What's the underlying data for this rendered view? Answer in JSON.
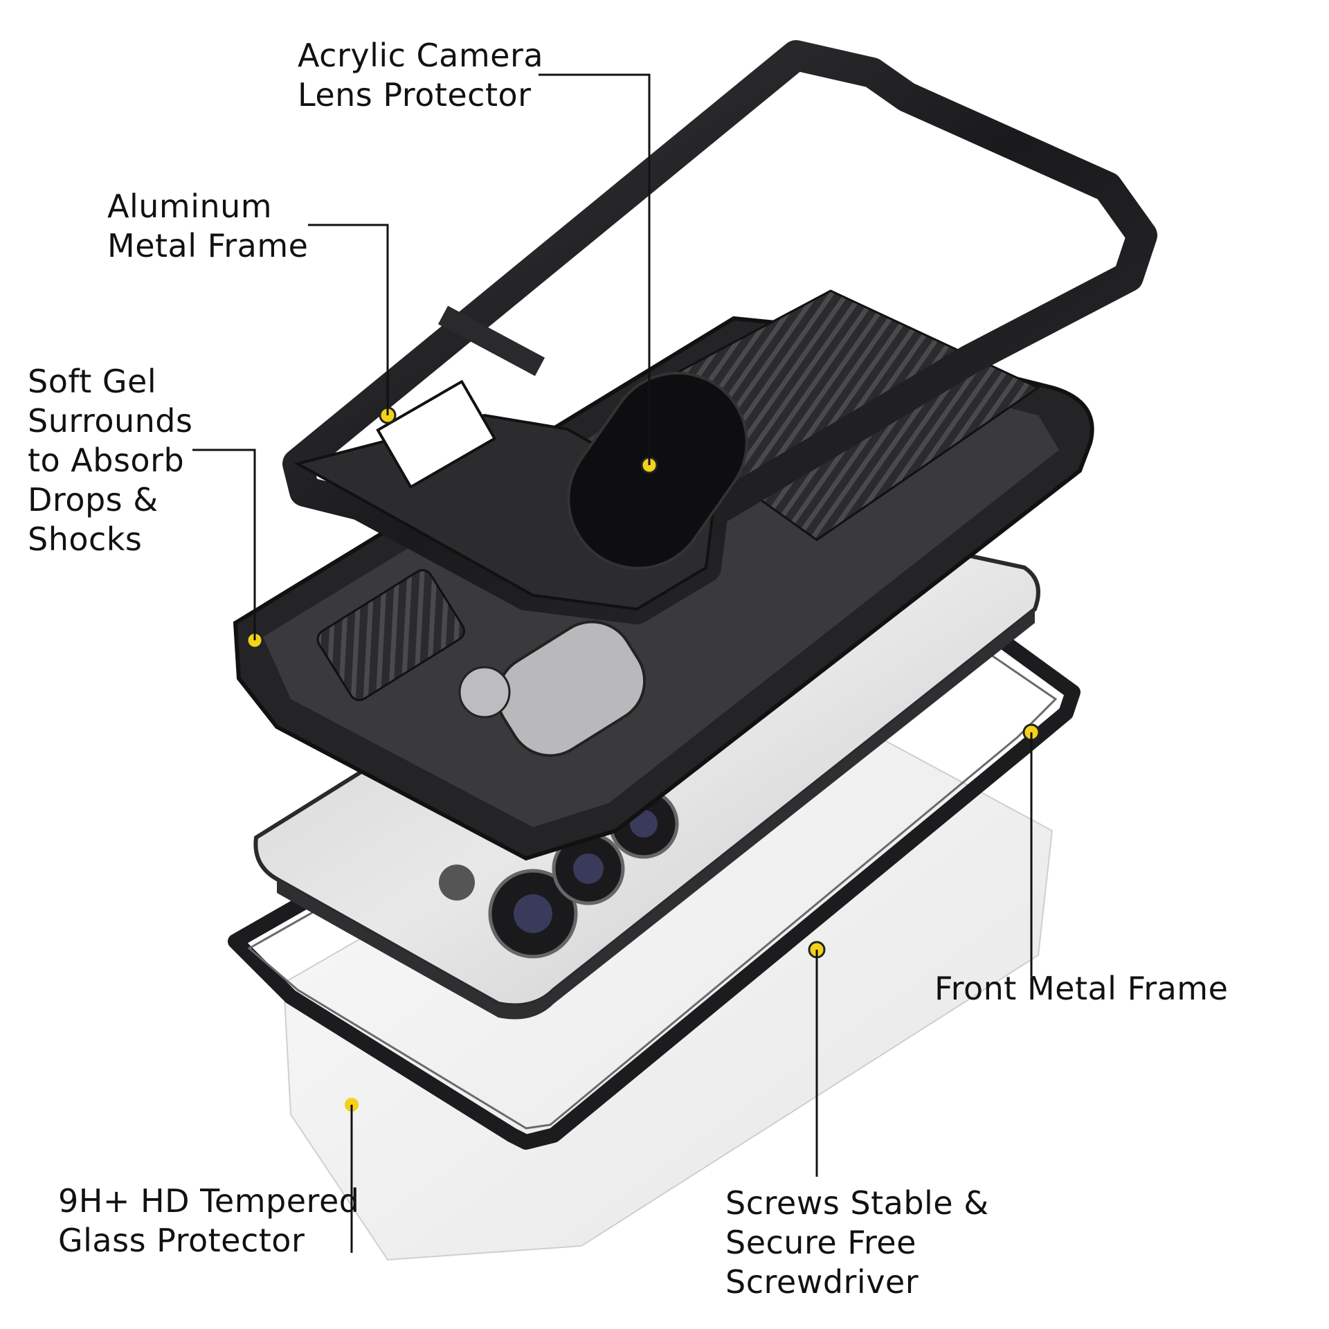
{
  "callouts": {
    "acrylic_lens": {
      "lines": [
        "Acrylic Camera",
        "Lens Protector"
      ]
    },
    "aluminum_frame": {
      "lines": [
        "Aluminum",
        "Metal Frame"
      ]
    },
    "soft_gel": {
      "lines": [
        "Soft Gel",
        "Surrounds",
        "to Absorb",
        "Drops &",
        "Shocks"
      ]
    },
    "front_frame": {
      "lines": [
        "Front Metal Frame"
      ]
    },
    "tempered_glass": {
      "lines": [
        "9H+ HD Tempered",
        "Glass Protector"
      ]
    },
    "screws": {
      "lines": [
        "Screws  Stable &",
        "Secure Free",
        "Screwdriver"
      ]
    }
  },
  "colors": {
    "dot": "#f2d21b",
    "leader": "#111111",
    "frame": "#1c1c1e",
    "gel": "#2a2a2c",
    "phone": "#d9d9da",
    "glass": "#f4f4f4"
  }
}
